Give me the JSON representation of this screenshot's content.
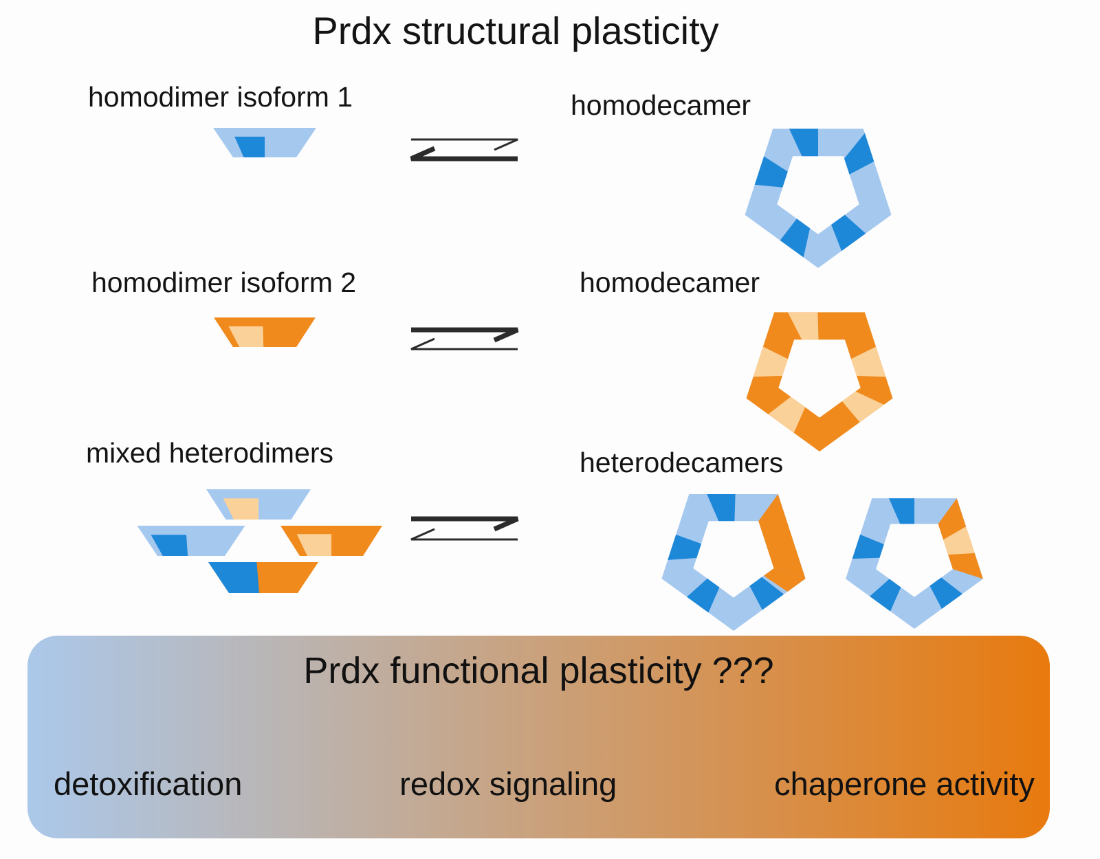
{
  "title": "Prdx structural plasticity",
  "rows": [
    {
      "left_label": "homodimer isoform 1",
      "right_label": "homodecamer"
    },
    {
      "left_label": "homodimer isoform 2",
      "right_label": "homodecamer"
    },
    {
      "left_label": "mixed heterodimers",
      "right_label": "heterodecamers"
    }
  ],
  "function_box": {
    "title": "Prdx functional plasticity ???",
    "items": [
      "detoxification",
      "redox signaling",
      "chaperone activity"
    ]
  },
  "colors": {
    "light_blue": "#a5c8ef",
    "dark_blue": "#1d87d8",
    "orange": "#f08a1c",
    "light_orange": "#fbd19a",
    "arrow": "#2b2b2b",
    "text": "#141414",
    "gradient_left": "#abc8ea",
    "gradient_right": "#e87a0e"
  }
}
